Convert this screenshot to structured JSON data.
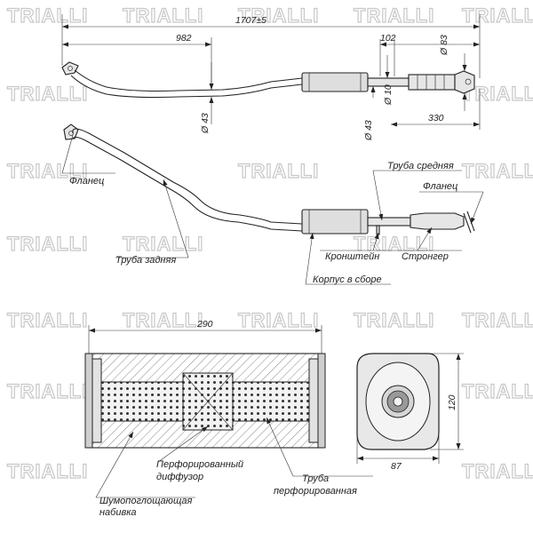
{
  "watermark": "TRIALLI",
  "top_view": {
    "dim_total": "1707±5",
    "dim_front": "982",
    "dim_bracket": "102",
    "dim_flange_pipe": "330",
    "dia_pipe_front": "Ø 43",
    "dia_pipe_mid": "Ø 43",
    "dia_bracket": "Ø 10",
    "dia_flange": "Ø 83"
  },
  "side_view": {
    "label_flange_left": "Фланец",
    "label_rear_pipe": "Труба задняя",
    "label_middle_pipe": "Труба средняя",
    "label_flange_right": "Фланец",
    "label_bracket": "Кронштейн",
    "label_stronger": "Стронгер",
    "label_body": "Корпус в сборе"
  },
  "section": {
    "dim_length": "290",
    "dim_height": "120",
    "dim_width": "87",
    "label_diffuser": "Перфорированный диффузор",
    "label_diffuser_line1": "Перфорированный",
    "label_diffuser_line2": "диффузор",
    "label_perf_pipe_line1": "Труба",
    "label_perf_pipe_line2": "перфорированная",
    "label_absorb_line1": "Шумопоглощающая",
    "label_absorb_line2": "набивка"
  }
}
